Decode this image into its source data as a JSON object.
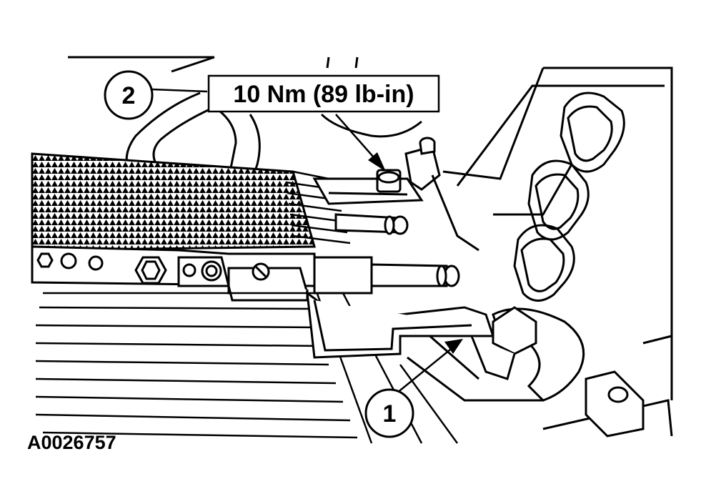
{
  "callouts": [
    {
      "number": "1"
    },
    {
      "number": "2"
    }
  ],
  "torque_label": "10 Nm (89 lb-in)",
  "figure_id": "A0026757",
  "colors": {
    "line": "#000000",
    "background": "#ffffff"
  }
}
